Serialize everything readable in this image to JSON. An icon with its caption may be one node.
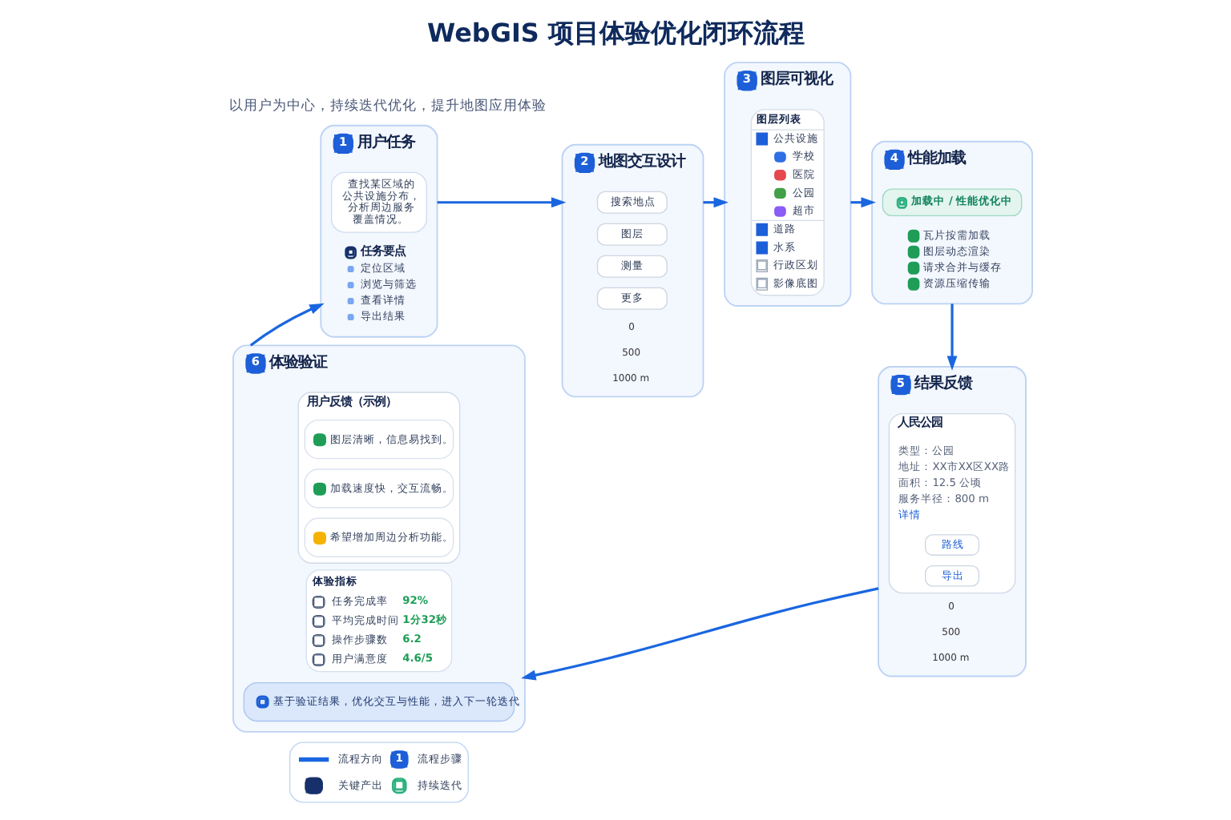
{
  "diagram": {
    "title": "WebGIS 项目体验优化闭环流程",
    "nodes": [
      {
        "text": [
          "1",
          "用户任务",
          "任务要点",
          "定位区域",
          "浏览与筛选",
          "查看详情",
          "导出结果"
        ]
      },
      {
        "text": [
          "查找某区域的公共设施分布，分析周边服务覆盖情况。"
        ],
        "in": 0
      },
      {
        "text": [
          "2",
          "地图交互设计"
        ]
      },
      {
        "text": [
          "搜索地点"
        ],
        "in": 2
      },
      {
        "text": [
          "图层"
        ],
        "in": 2
      },
      {
        "text": [
          "测量"
        ],
        "in": 2
      },
      {
        "text": [
          "更多"
        ],
        "in": 2
      },
      {
        "text": [
          "3",
          "图层可视化"
        ]
      },
      {
        "text": [
          "图层列表",
          "公共设施",
          "学校",
          "医院",
          "公园",
          "超市",
          "道路",
          "水系",
          "行政区划",
          "影像底图"
        ],
        "in": 7
      },
      {
        "text": [
          "4",
          "性能加载",
          "瓦片按需加载",
          "图层动态渲染",
          "请求合并与缓存",
          "资源压缩传输"
        ]
      },
      {
        "text": [
          "加载中 / 性能优化中"
        ],
        "in": 9
      },
      {
        "text": [
          "5",
          "结果反馈"
        ]
      },
      {
        "text": [
          "人民公园",
          "类型：公园",
          "地址：XX市XX区XX路",
          "面积：12.5 公顷",
          "服务半径：800 m",
          "详情"
        ],
        "in": 11
      },
      {
        "text": [
          "路线"
        ],
        "in": 12
      },
      {
        "text": [
          "导出"
        ],
        "in": 12
      },
      {
        "text": [
          "6",
          "体验验证"
        ]
      },
      {
        "text": [
          "体验指标",
          "任务完成率",
          "92%",
          "平均完成时间",
          "1分32秒",
          "操作步骤数",
          "6.2",
          "用户满意度",
          "4.6/5"
        ],
        "in": 15
      },
      {
        "text": [
          "用户反馈（示例）"
        ],
        "in": 15
      },
      {
        "text": [
          "图层清晰，信息易找到。"
        ],
        "in": 17
      },
      {
        "text": [
          "加载速度快，交互流畅。"
        ],
        "in": 17
      },
      {
        "text": [
          "希望增加周边分析功能。"
        ],
        "in": 17
      },
      {
        "text": [
          "基于验证结果，优化交互与性能，进入下一轮迭代"
        ],
        "in": 15
      }
    ],
    "edges": [
      {
        "from": 0,
        "to": 2,
        "arrow": "to"
      },
      {
        "from": 2,
        "to": 7,
        "arrow": "to"
      },
      {
        "from": 7,
        "to": 9,
        "arrow": "to"
      },
      {
        "from": 9,
        "to": 11,
        "arrow": "to"
      },
      {
        "from": 11,
        "to": 15,
        "arrow": "to"
      },
      {
        "from": 15,
        "to": 0,
        "arrow": "to"
      }
    ],
    "labels": [
      "以用户为中心，持续迭代优化，提升地图应用体验",
      "0",
      "500",
      "1000 m",
      "0",
      "500",
      "1000 m",
      "1"
    ],
    "legend": [
      {
        "text": "流程方向"
      },
      {
        "text": "流程步骤"
      },
      {
        "text": "关键产出"
      },
      {
        "text": "持续迭代"
      }
    ]
  }
}
